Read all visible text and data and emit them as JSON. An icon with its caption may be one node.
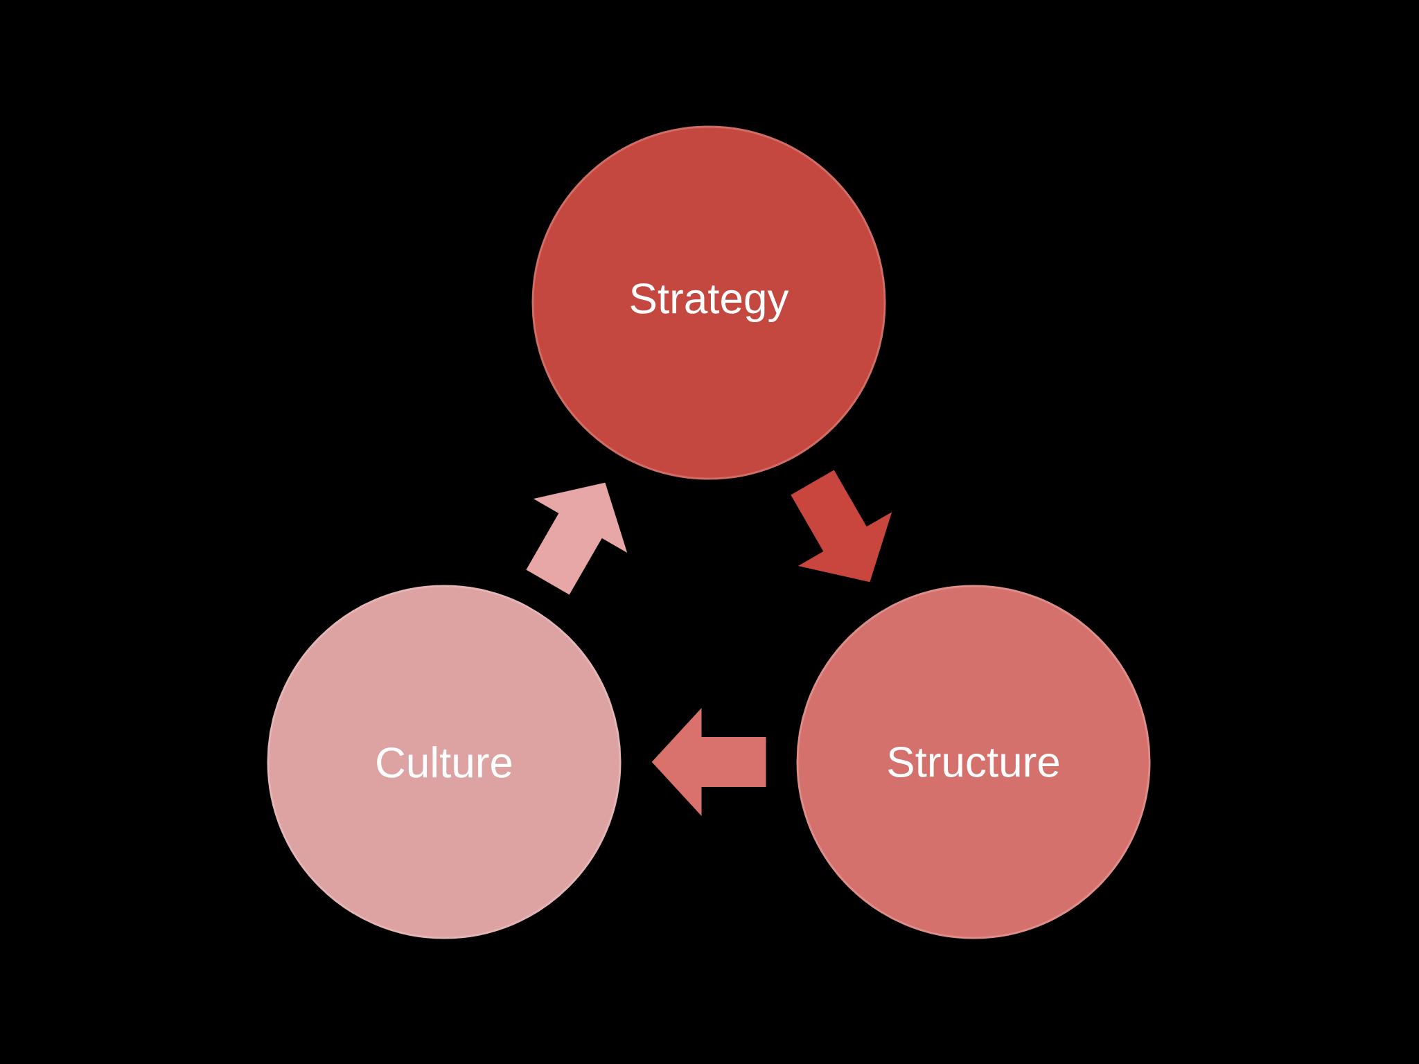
{
  "diagram": {
    "nodes": [
      {
        "text": [
          "Strategy"
        ]
      },
      {
        "text": [
          "Culture"
        ]
      },
      {
        "text": [
          "Structure"
        ]
      }
    ],
    "edges": [
      {
        "from": 0,
        "to": 2,
        "arrow": "to",
        "color": "#c9463e"
      },
      {
        "from": 2,
        "to": 1,
        "arrow": "to",
        "color": "#d9716d"
      },
      {
        "from": 1,
        "to": 0,
        "arrow": "to",
        "color": "#e6a7a6"
      }
    ]
  }
}
